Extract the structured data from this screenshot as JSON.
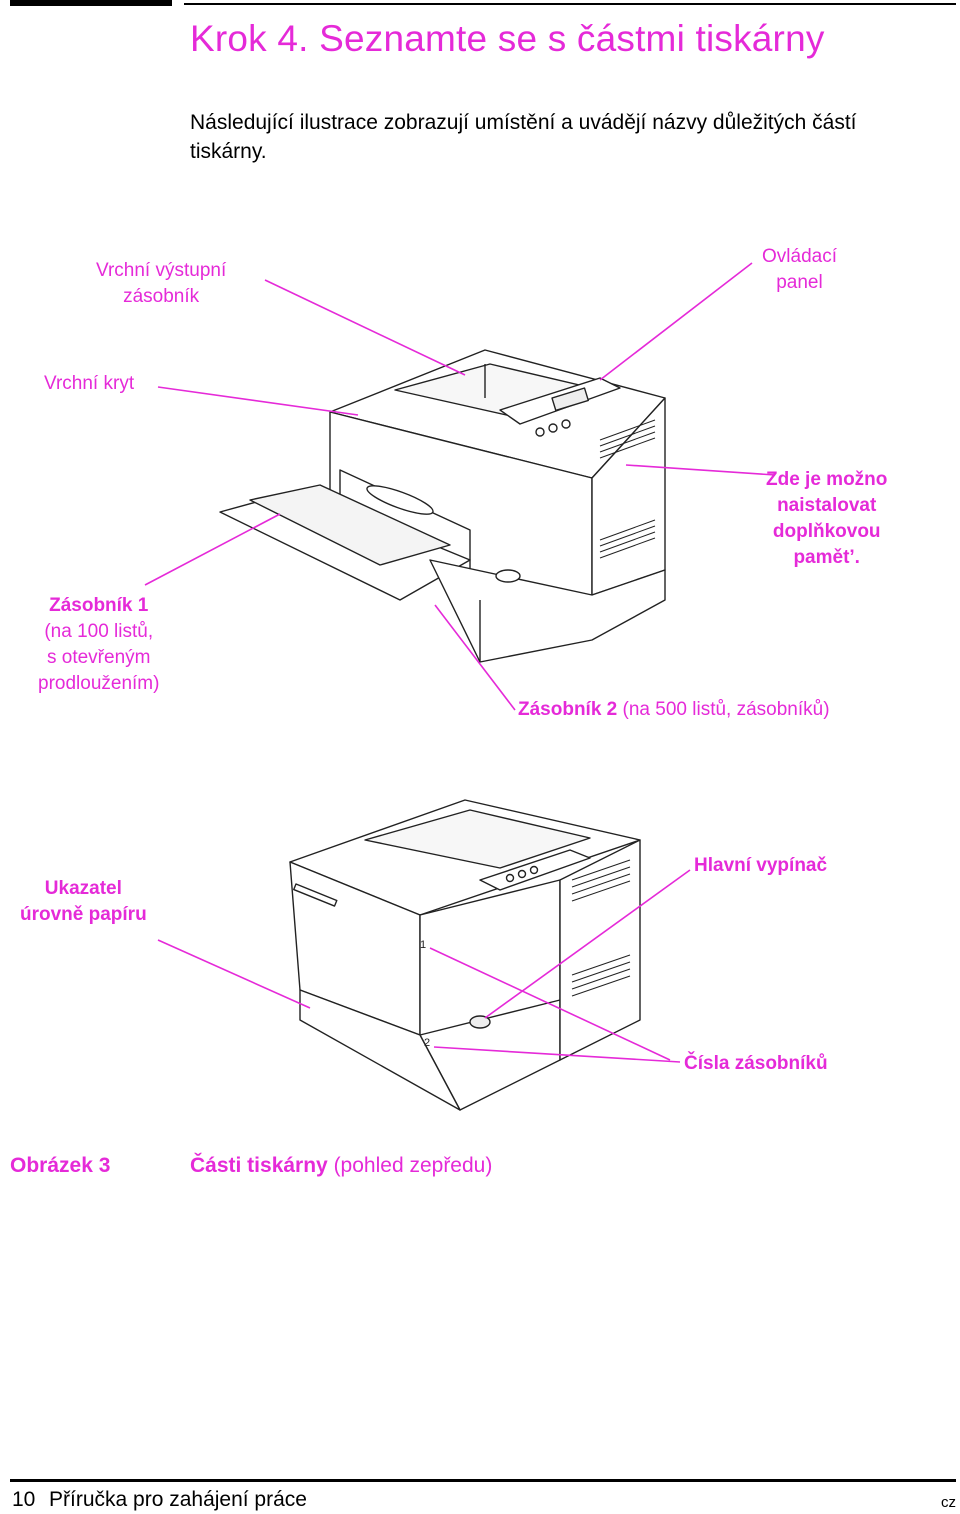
{
  "heading": "Krok 4. Seznamte se s částmi tiskárny",
  "intro": "Následující ilustrace zobrazují umístění a uvádějí názvy důležitých částí tiskárny.",
  "figure_top": {
    "callouts": {
      "top_output_bin": [
        "Vrchní výstupní",
        "zásobník"
      ],
      "control_panel": [
        "Ovládací",
        "panel"
      ],
      "top_cover": "Vrchní kryt",
      "memory": [
        "Zde je možno",
        "naistalovat",
        "doplňkovou",
        "pamět’."
      ],
      "tray1_bold": "Zásobník 1",
      "tray1_rest": [
        "(na 100 listů,",
        "s otevřeným",
        "prodloužením)"
      ],
      "tray2_bold": "Zásobník 2",
      "tray2_rest": " (na 500 listů, zásobníků)"
    }
  },
  "figure_bottom": {
    "callouts": {
      "paper_level": [
        "Ukazatel",
        "úrovně papíru"
      ],
      "power_switch": "Hlavní vypínač",
      "tray_numbers": "Čísla zásobníků"
    },
    "tray_number_1": "1",
    "tray_number_2": "2"
  },
  "caption": {
    "number": "Obrázek 3",
    "bold": "Části tiskárny",
    "rest": " (pohled zepředu)"
  },
  "footer": {
    "page": "10",
    "title": "Příručka pro zahájení práce",
    "lang": "cz"
  },
  "colors": {
    "accent": "#e52ad8",
    "text": "#000000"
  }
}
